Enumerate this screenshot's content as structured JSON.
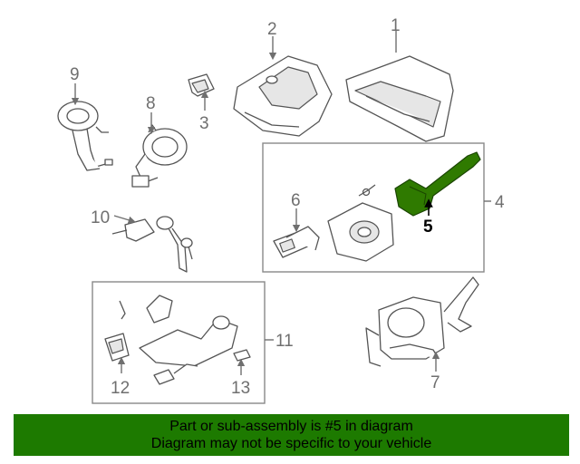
{
  "callouts": {
    "c1": "1",
    "c2": "2",
    "c3": "3",
    "c4": "4",
    "c5": "5",
    "c6": "6",
    "c7": "7",
    "c8": "8",
    "c9": "9",
    "c10": "10",
    "c11": "11",
    "c12": "12",
    "c13": "13"
  },
  "highlight": {
    "part_number": "5",
    "color": "#2f7a00"
  },
  "banner": {
    "line1": "Part or sub-assembly is #5 in diagram",
    "line2": "Diagram may not be specific to your vehicle",
    "background": "#1d7a00"
  }
}
